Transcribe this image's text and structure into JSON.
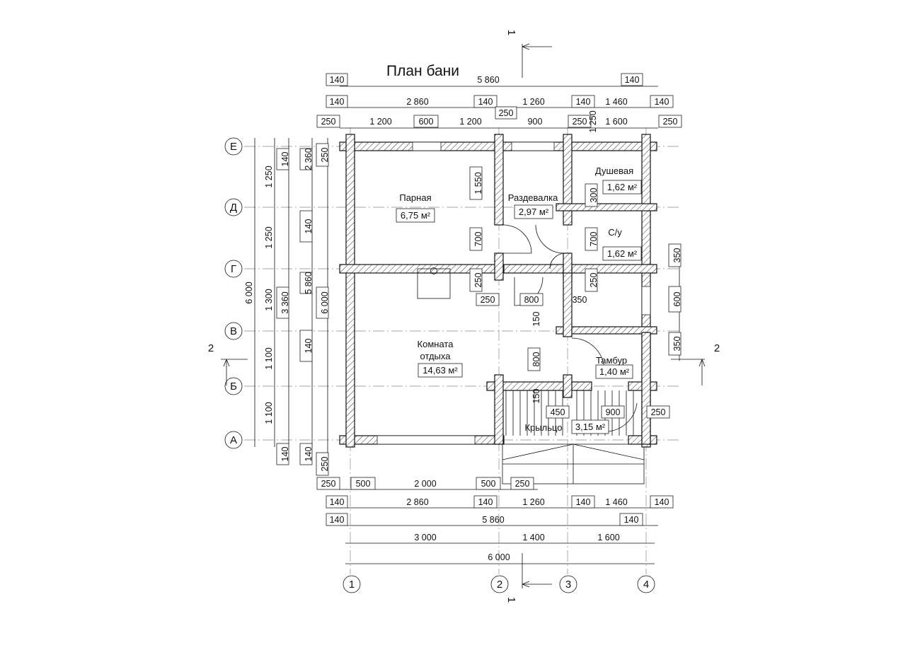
{
  "title": "План бани",
  "top_dims": {
    "row1": [
      "140",
      "5 860",
      "140"
    ],
    "row2": [
      "140",
      "2 860",
      "140",
      "1 260",
      "140",
      "1 460",
      "140"
    ],
    "row3": [
      "250",
      "1 200",
      "600",
      "1 200",
      "250",
      "900",
      "250",
      "1 250",
      "1 600",
      "250"
    ]
  },
  "bottom_dims": {
    "row1": [
      "250",
      "500",
      "2 000",
      "500",
      "250"
    ],
    "row2": [
      "140",
      "2 860",
      "140",
      "1 260",
      "140",
      "1 460",
      "140"
    ],
    "row3": [
      "140",
      "5 860",
      "140"
    ],
    "row4": [
      "3 000",
      "1 400",
      "1 600"
    ],
    "row5": [
      "6 000"
    ]
  },
  "left_dims": {
    "outer": "6 000",
    "row_a": [
      "1 250",
      "1 250",
      "1 300",
      "1 100",
      "1 100"
    ],
    "row_b": [
      "140",
      "2 360",
      "140",
      "5 860",
      "3 360",
      "140"
    ],
    "row_c": [
      "140",
      "6 000",
      "140"
    ],
    "row_d": [
      "250",
      "250"
    ]
  },
  "interior_dims": [
    "1 550",
    "700",
    "250",
    "250",
    "800",
    "350",
    "300",
    "700",
    "250",
    "150",
    "800",
    "150",
    "450",
    "900",
    "250"
  ],
  "right_dims": [
    "350",
    "600",
    "350"
  ],
  "axes_rows": [
    "Е",
    "Д",
    "Г",
    "В",
    "Б",
    "А"
  ],
  "axes_cols": [
    "1",
    "2",
    "3",
    "4"
  ],
  "section_marks": [
    "1",
    "1",
    "2",
    "2"
  ],
  "rooms": [
    {
      "name": "Парная",
      "area": "6,75 м²"
    },
    {
      "name": "Раздевалка",
      "area": "2,97 м²"
    },
    {
      "name": "Душевая",
      "area": "1,62 м²"
    },
    {
      "name": "С/у",
      "area": "1,62 м²"
    },
    {
      "name": "Комната",
      "name2": "отдыха",
      "area": "14,63 м²"
    },
    {
      "name": "Тамбур",
      "area": "1,40 м²"
    },
    {
      "name": "Крыльцо",
      "area": "3,15 м²"
    }
  ]
}
